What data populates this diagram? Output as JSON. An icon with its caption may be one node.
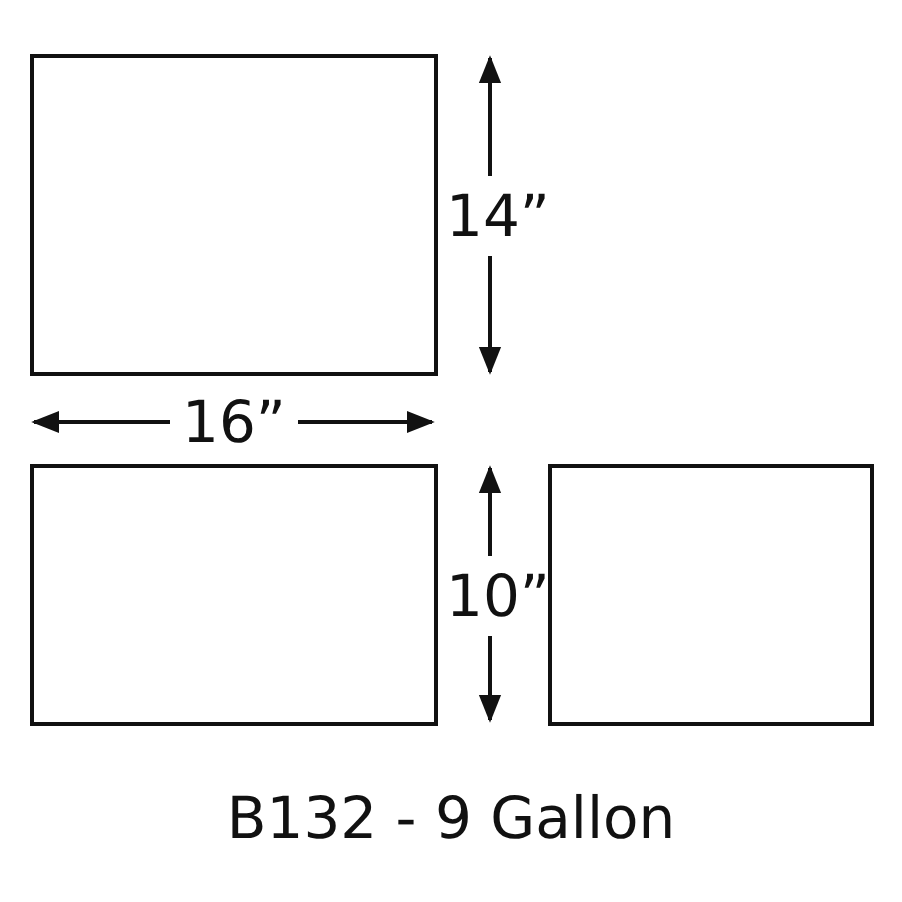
{
  "diagram": {
    "caption": "B132 - 9 Gallon",
    "nodes": [
      {
        "text": [],
        "shape": "box"
      },
      {
        "text": [],
        "shape": "box"
      },
      {
        "text": [],
        "shape": "box"
      }
    ],
    "edges": [],
    "labels": [
      "14”",
      "16”",
      "10”"
    ]
  }
}
